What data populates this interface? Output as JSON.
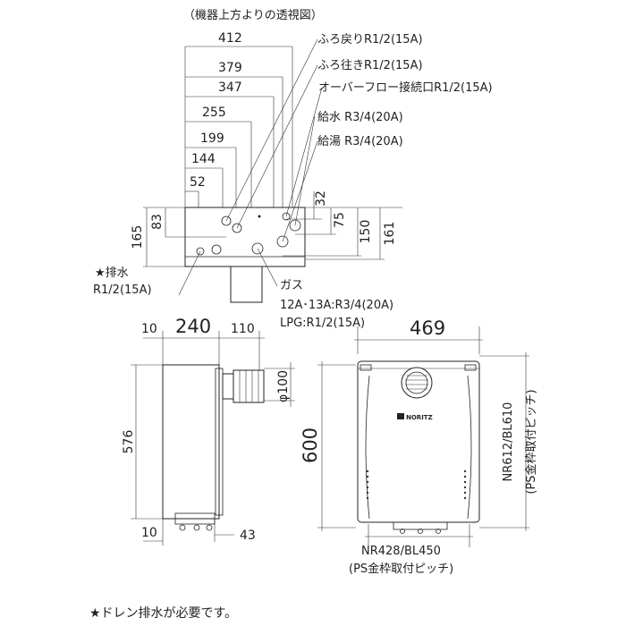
{
  "title": "（機器上方よりの透視図）",
  "top_view": {
    "widths": [
      "412",
      "379",
      "347",
      "255",
      "199",
      "144",
      "52"
    ],
    "heights": [
      "165",
      "83",
      "32",
      "75",
      "150",
      "161"
    ],
    "pipes": [
      "ふろ戻りR1/2(15A)",
      "ふろ往きR1/2(15A)",
      "オーバーフロー接続口R1/2(15A)",
      "給水 R3/4(20A)",
      "給湯 R3/4(20A)"
    ],
    "drain_label": "★排水",
    "drain_size": "R1/2(15A)",
    "gas_label": "ガス",
    "gas_city": "12A･13A:R3/4(20A)",
    "gas_lpg": "LPG:R1/2(15A)"
  },
  "side_view": {
    "d10_top": "10",
    "depth": "240",
    "d110": "110",
    "height": "576",
    "d10_bottom": "10",
    "d43": "43",
    "flue_dia": "φ100"
  },
  "front_view": {
    "width": "469",
    "height": "600",
    "brand": "NORITZ",
    "pitch_v": "NR612/BL610",
    "pitch_v_note": "(PS金枠取付ピッチ)",
    "pitch_h": "NR428/BL450",
    "pitch_h_note": "(PS金枠取付ピッチ)"
  },
  "footnote": "★ドレン排水が必要です。"
}
